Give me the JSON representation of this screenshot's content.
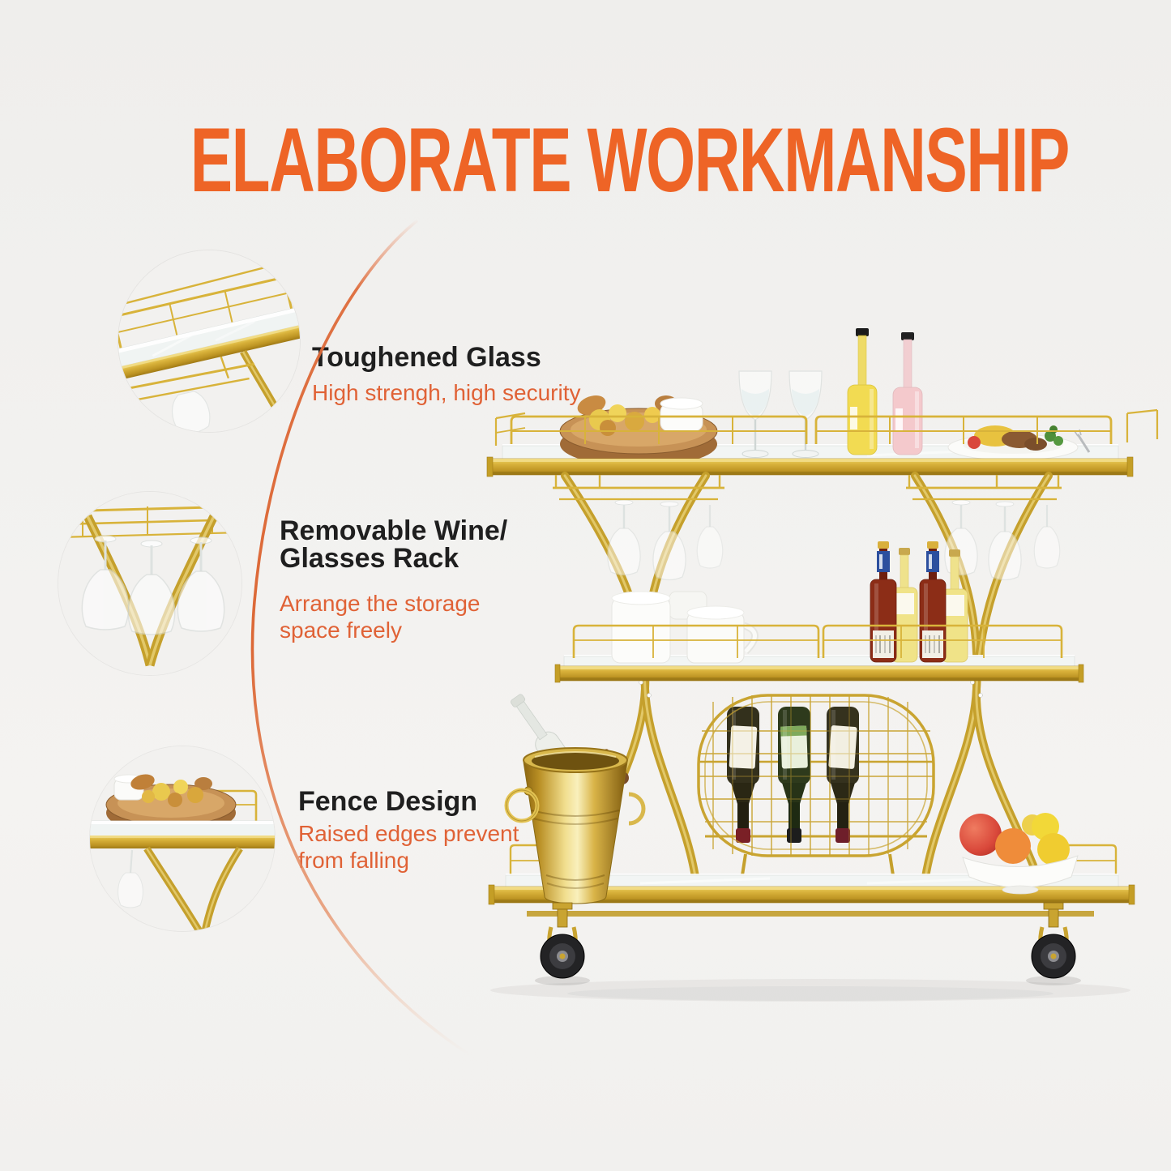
{
  "title": {
    "text": "ELABORATE WORKMANSHIP"
  },
  "features": [
    {
      "heading": "Toughened Glass",
      "sub": "High strengh, high security"
    },
    {
      "heading": "Removable Wine/\nGlasses Rack",
      "sub": "Arrange the storage\nspace freely"
    },
    {
      "heading": "Fence Design",
      "sub": "Raised edges prevent\nfrom falling"
    }
  ],
  "colors": {
    "accent_orange": "#EE6426",
    "caption_orange": "#E06236",
    "heading_black": "#1F1F1F",
    "frame_gold": "#C5A02C",
    "background": "#F1F0EE"
  }
}
